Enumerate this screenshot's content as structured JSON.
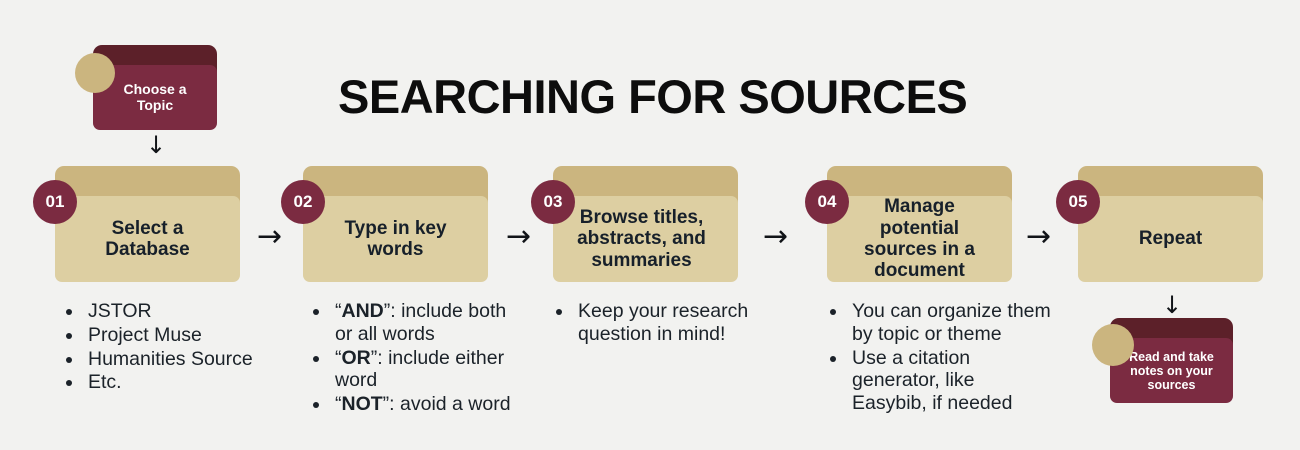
{
  "page": {
    "title": "SEARCHING FOR SOURCES",
    "background_color": "#f2f2f0"
  },
  "colors": {
    "maroon": "#7b2b41",
    "maroon_dark": "#5c2029",
    "tan": "#cbb57f",
    "tan_light": "#ddcfa2",
    "text_dark": "#1b2229"
  },
  "intro_card": {
    "label": "Choose a Topic",
    "line1": "Choose a",
    "line2": "Topic"
  },
  "arrows": {
    "down_intro": "↓",
    "step_1_2": "→",
    "step_2_3": "→",
    "step_3_4": "→",
    "step_4_5": "→",
    "down_outro": "↓"
  },
  "steps": [
    {
      "number": "01",
      "label": "Select a Database",
      "line1": "Select a",
      "line2": "Database",
      "bullets": [
        {
          "text": "JSTOR"
        },
        {
          "text": "Project Muse"
        },
        {
          "text": "Humanities Source"
        },
        {
          "text": "Etc."
        }
      ]
    },
    {
      "number": "02",
      "label": "Type in key words",
      "line1": "Type in key",
      "line2": "words",
      "bullets": [
        {
          "prefix": "“",
          "strong": "AND",
          "suffix": "”: include both or all words"
        },
        {
          "prefix": "“",
          "strong": "OR",
          "suffix": "”: include either word"
        },
        {
          "prefix": "“",
          "strong": "NOT",
          "suffix": "”: avoid a word"
        }
      ]
    },
    {
      "number": "03",
      "label": "Browse titles, abstracts, and summaries",
      "line1": "Browse titles,",
      "line2": "abstracts, and",
      "line3": "summaries",
      "bullets": [
        {
          "text": "Keep your research question in mind!"
        }
      ]
    },
    {
      "number": "04",
      "label": "Manage potential sources in a document",
      "line1": "Manage",
      "line2": "potential",
      "line3": "sources in a",
      "line4": "document",
      "bullets": [
        {
          "text": "You can organize them by topic or theme"
        },
        {
          "text": "Use a citation generator, like Easybib, if needed"
        }
      ]
    },
    {
      "number": "05",
      "label": "Repeat",
      "line1": "Repeat",
      "bullets": []
    }
  ],
  "outro_card": {
    "label": "Read and take notes on your sources",
    "line1": "Read and take",
    "line2": "notes on your",
    "line3": "sources"
  }
}
